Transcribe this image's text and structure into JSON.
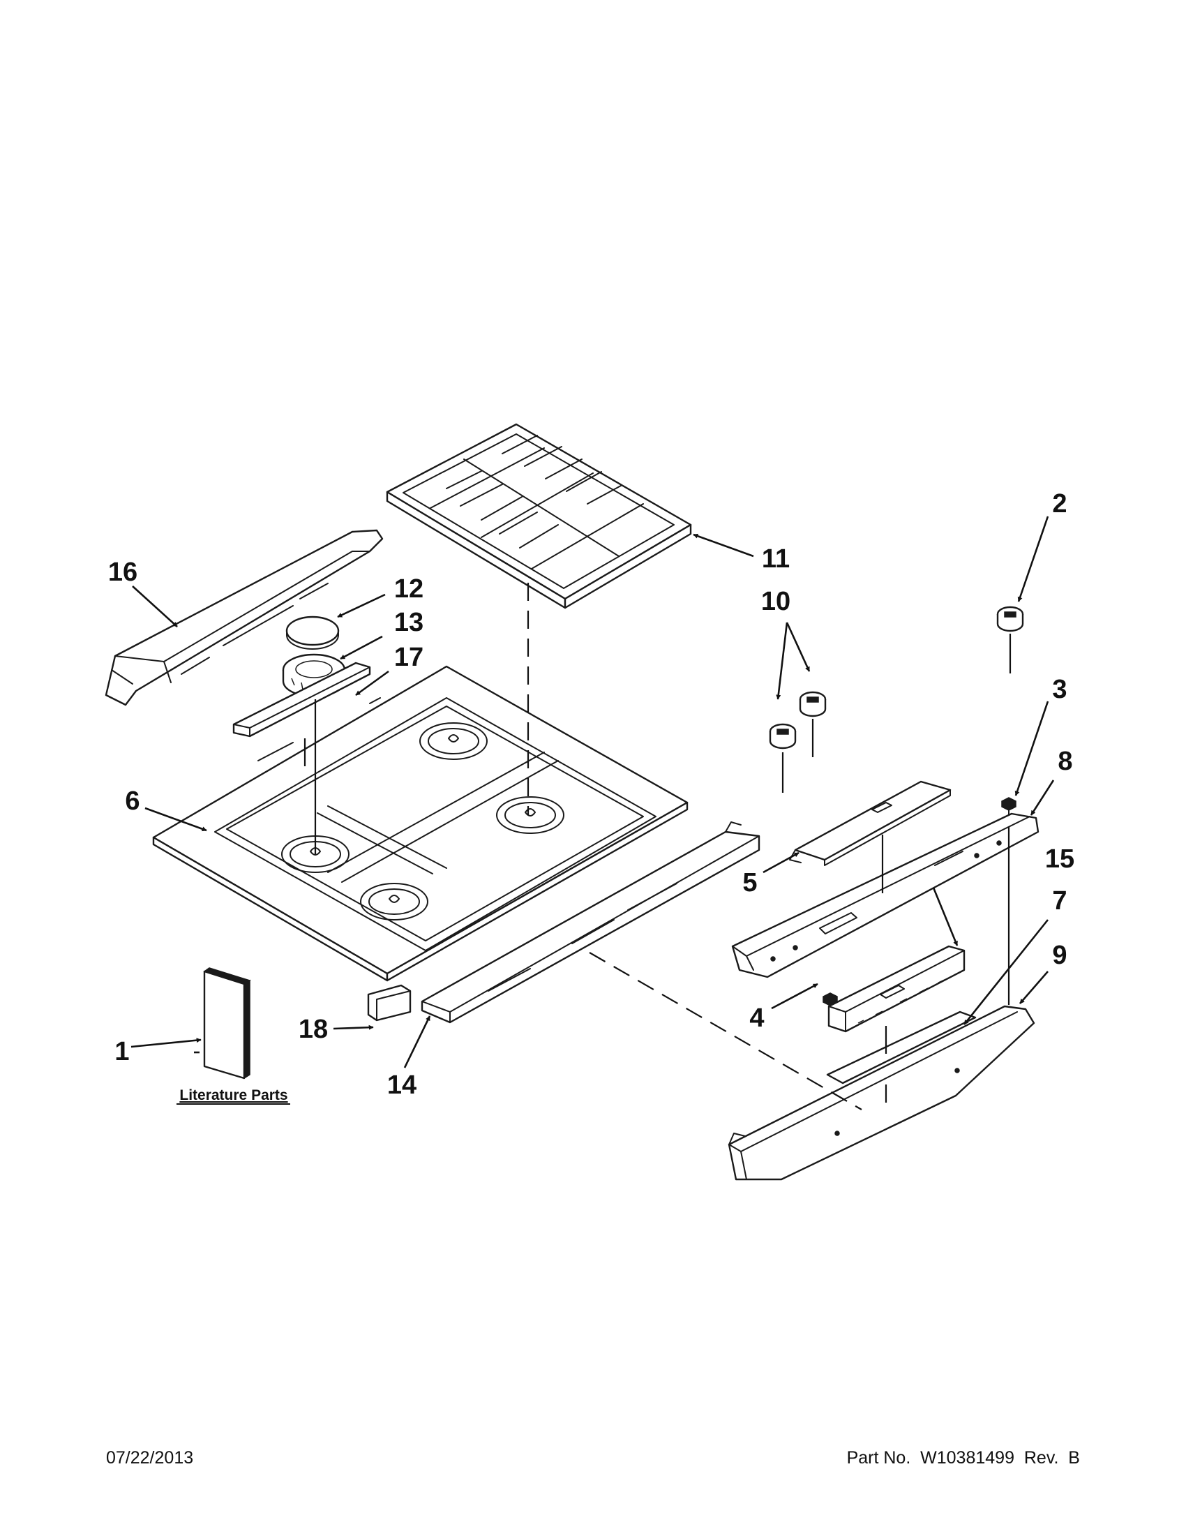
{
  "callouts": {
    "c1": "1",
    "c2": "2",
    "c3": "3",
    "c4": "4",
    "c5": "5",
    "c6": "6",
    "c7": "7",
    "c8": "8",
    "c9": "9",
    "c10": "10",
    "c11": "11",
    "c12": "12",
    "c13": "13",
    "c14": "14",
    "c15": "15",
    "c16": "16",
    "c17": "17",
    "c18": "18"
  },
  "literature_label": "Literature Parts",
  "footer": {
    "date": "07/22/2013",
    "part_number": "Part No.  W10381499  Rev.  B"
  }
}
